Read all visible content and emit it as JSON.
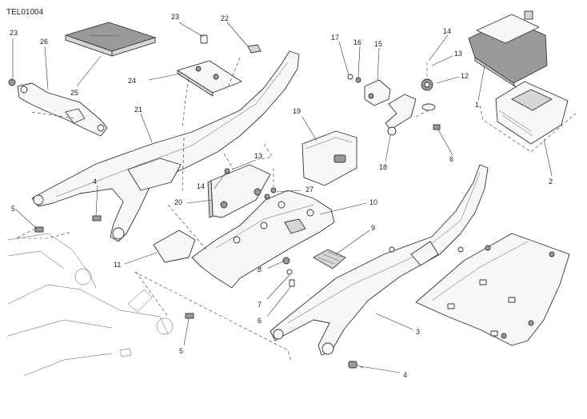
{
  "diagram_code": "TEL01004",
  "labels": {
    "p1": "1",
    "p2": "2",
    "p3": "3",
    "p4a": "4",
    "p4b": "4",
    "p5a": "5",
    "p5b": "5",
    "p6a": "6",
    "p6b": "6",
    "p7": "7",
    "p8": "8",
    "p9": "9",
    "p10": "10",
    "p11": "11",
    "p12": "12",
    "p13a": "13",
    "p13b": "13",
    "p14a": "14",
    "p14b": "14",
    "p15": "15",
    "p16": "16",
    "p17": "17",
    "p18": "18",
    "p19": "19",
    "p20": "20",
    "p21": "21",
    "p22": "22",
    "p23a": "23",
    "p23b": "23",
    "p24": "24",
    "p25": "25",
    "p26": "26",
    "p27": "27"
  }
}
